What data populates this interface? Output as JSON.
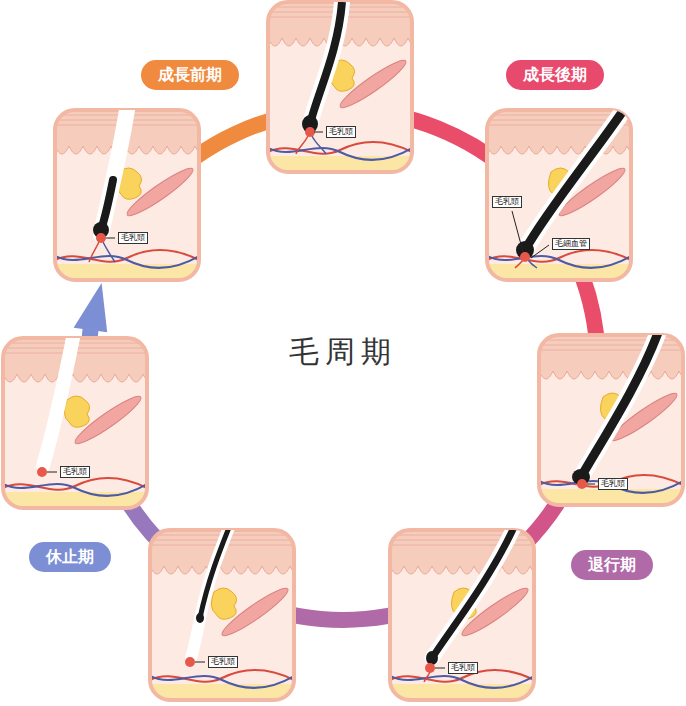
{
  "diagram": {
    "title": "毛周期",
    "nodes": [
      {
        "text": [
          "成長前期"
        ]
      },
      {
        "text": [
          "成長後期"
        ]
      },
      {
        "text": [
          "退行期"
        ]
      },
      {
        "text": [
          "休止期"
        ]
      }
    ],
    "labels": [
      "毛乳頭",
      "毛乳頭",
      "毛細血管",
      "毛乳頭",
      "毛乳頭",
      "毛乳頭",
      "毛乳頭",
      "毛乳頭"
    ]
  }
}
